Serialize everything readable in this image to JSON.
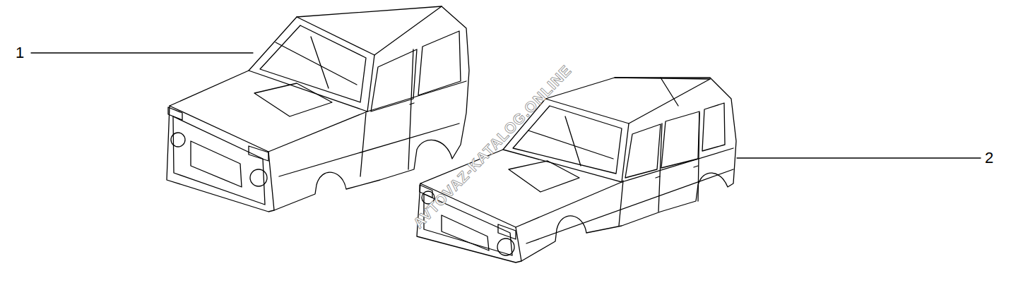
{
  "diagram": {
    "labels": [
      "1",
      "2",
      "AVTOVAZ-KATALOG.ONLINE"
    ]
  }
}
